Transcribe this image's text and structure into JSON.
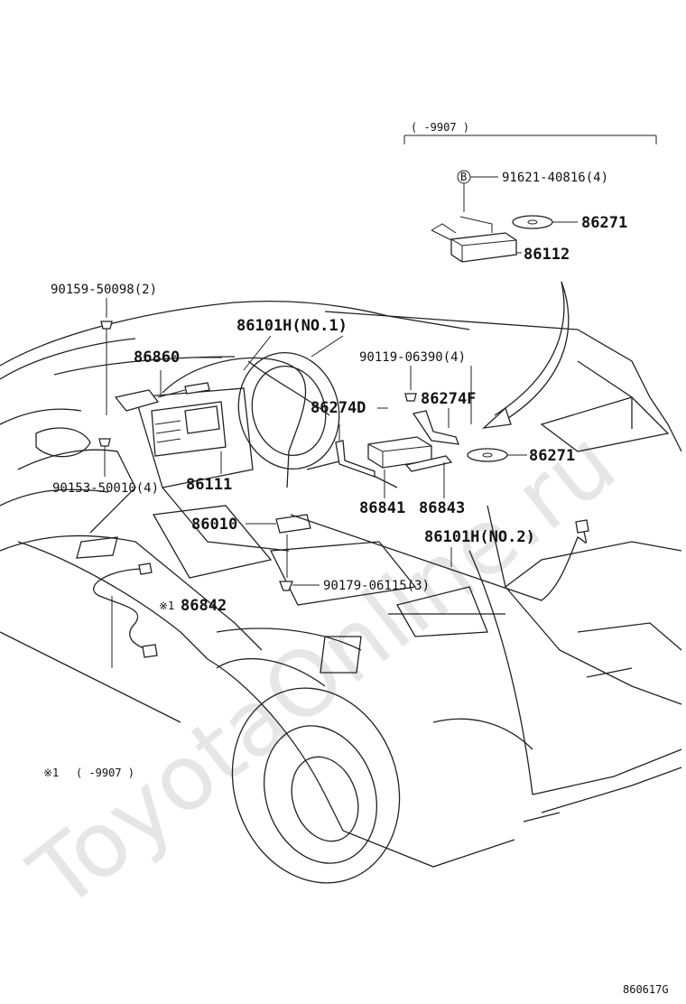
{
  "watermark": "ToyotaOnline.ru",
  "header_range": "(      -9907 )",
  "footnote": {
    "mark": "※1",
    "range": "(       -9907 )"
  },
  "diagram_code": "860617G",
  "marker_b": "B",
  "marker_1": "※1",
  "parts": {
    "p91621": "91621-40816(4)",
    "p86271_top": "86271",
    "p86112": "86112",
    "p90159": "90159-50098(2)",
    "p86101h_no1": "86101H(NO.1)",
    "p86860": "86860",
    "p90119": "90119-06390(4)",
    "p86274d": "86274D",
    "p86274f": "86274F",
    "p86271_mid": "86271",
    "p90153": "90153-50010(4)",
    "p86111": "86111",
    "p86841": "86841",
    "p86843": "86843",
    "p86010": "86010",
    "p86101h_no2": "86101H(NO.2)",
    "p90179": "90179-06115(3)",
    "p86842": "86842"
  }
}
